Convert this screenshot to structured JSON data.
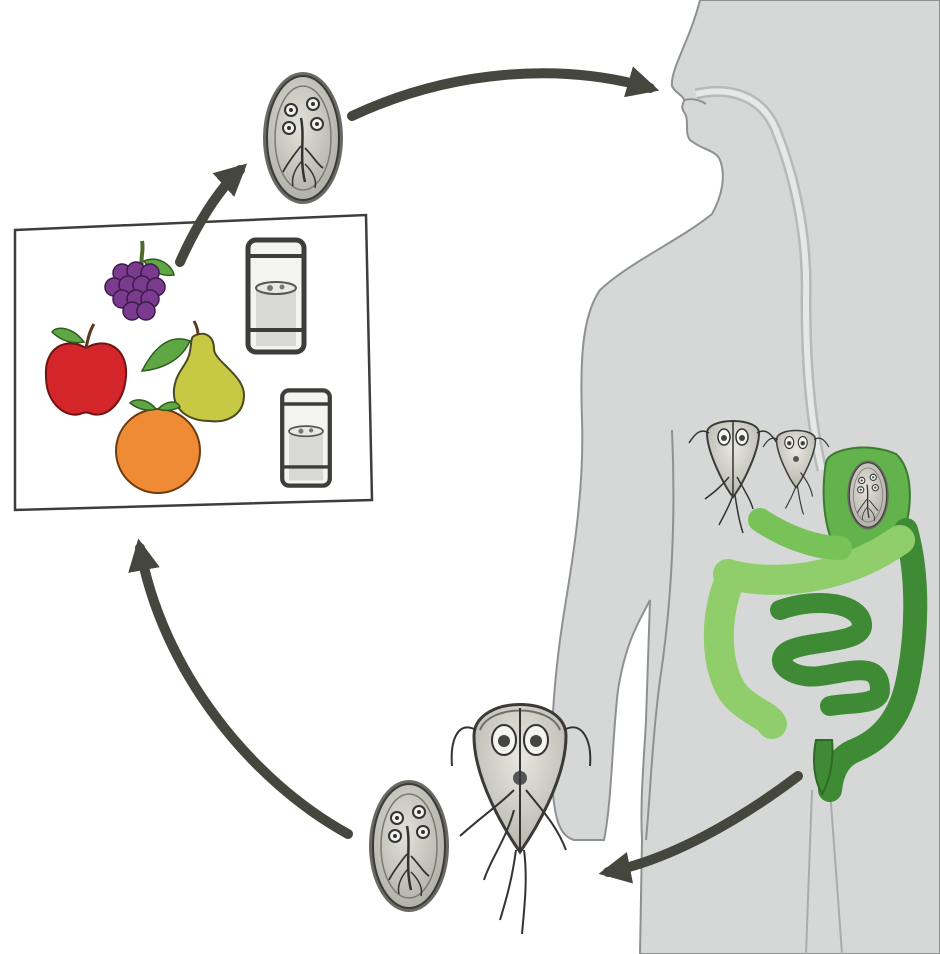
{
  "diagram": {
    "stages": [
      "human-body",
      "ingestion",
      "small-intestine",
      "excretion",
      "environmental-cyst",
      "contaminated-food-and-water",
      "infective-cyst"
    ],
    "colors": {
      "body": "#d6d8d8",
      "body_outline": "#8e9192",
      "intestine_light": "#8fce6a",
      "intestine_dark": "#3f8a35",
      "arrow": "#45473f",
      "cyst_fill": "#c9c8c0",
      "cyst_rim": "#5a5a55"
    },
    "icons": [
      "grapes-icon",
      "apple-icon",
      "pear-icon",
      "orange-icon",
      "water-glass-icon"
    ]
  }
}
